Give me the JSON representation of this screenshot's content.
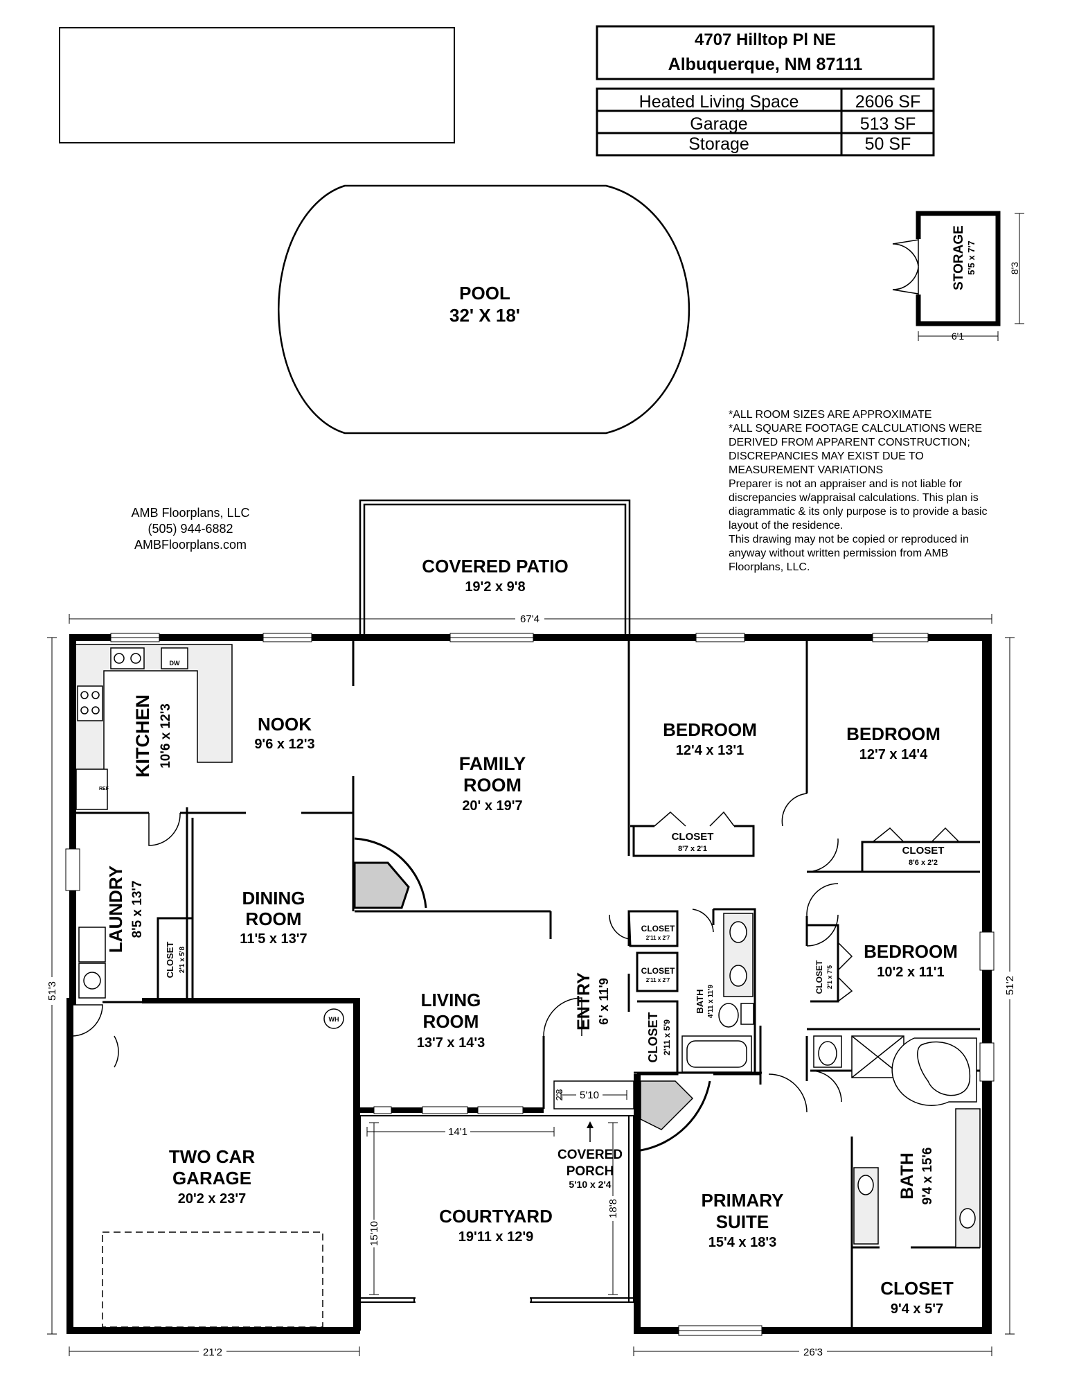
{
  "address": {
    "line1": "4707 Hilltop Pl NE",
    "line2": "Albuquerque, NM 87111"
  },
  "area_table": [
    {
      "label": "Heated Living Space",
      "value": "2606 SF"
    },
    {
      "label": "Garage",
      "value": "513 SF"
    },
    {
      "label": "Storage",
      "value": "50 SF"
    }
  ],
  "company": {
    "name": "AMB Floorplans, LLC",
    "phone": "(505) 944-6882",
    "web": "AMBFloorplans.com"
  },
  "notes": [
    "*ALL ROOM SIZES ARE APPROXIMATE",
    "*ALL SQUARE FOOTAGE CALCULATIONS WERE",
    "DERIVED FROM APPARENT CONSTRUCTION;",
    "DISCREPANCIES MAY EXIST DUE TO",
    "MEASUREMENT VARIATIONS",
    "Preparer is not an appraiser and is not liable for",
    "discrepancies w/appraisal calculations.  This plan is",
    "diagrammatic & its only purpose is to provide a basic",
    "layout of the residence.",
    "This drawing may not be copied or reproduced in",
    "anyway without written permission from AMB",
    "Floorplans, LLC."
  ],
  "rooms": {
    "pool": {
      "name": "POOL",
      "size": "32' X 18'"
    },
    "storage": {
      "name": "STORAGE",
      "size": "5'5 x 7'7"
    },
    "covered_patio": {
      "name": "COVERED PATIO",
      "size": "19'2 x 9'8"
    },
    "kitchen": {
      "name": "KITCHEN",
      "size": "10'6 x 12'3"
    },
    "nook": {
      "name": "NOOK",
      "size": "9'6 x 12'3"
    },
    "family_room": {
      "name1": "FAMILY",
      "name2": "ROOM",
      "size": "20' x 19'7"
    },
    "bedroom1": {
      "name": "BEDROOM",
      "size": "12'4 x 13'1"
    },
    "bedroom2": {
      "name": "BEDROOM",
      "size": "12'7 x 14'4"
    },
    "bedroom3": {
      "name": "BEDROOM",
      "size": "10'2 x 11'1"
    },
    "closet1": {
      "name": "CLOSET",
      "size": "8'7 x 2'1"
    },
    "closet2": {
      "name": "CLOSET",
      "size": "8'6 x 2'2"
    },
    "laundry": {
      "name": "LAUNDRY",
      "size": "8'5 x 13'7"
    },
    "laundry_closet": {
      "name": "CLOSET",
      "size": "2'1 x 5'8"
    },
    "dining_room": {
      "name1": "DINING",
      "name2": "ROOM",
      "size": "11'5 x 13'7"
    },
    "living_room": {
      "name1": "LIVING",
      "name2": "ROOM",
      "size": "13'7 x 14'3"
    },
    "entry": {
      "name": "ENTRY",
      "size": "6' x 11'9"
    },
    "closet_a": {
      "name": "CLOSET",
      "size": "2'11 x 2'7"
    },
    "closet_b": {
      "name": "CLOSET",
      "size": "2'11 x 2'7"
    },
    "closet_c": {
      "name": "CLOSET",
      "size": "2'11 x 5'9"
    },
    "hall_bath": {
      "name": "BATH",
      "size": "4'11 x 11'9"
    },
    "bed3_closet": {
      "name": "CLOSET",
      "size": "2'1 x 7'5"
    },
    "garage": {
      "name1": "TWO CAR",
      "name2": "GARAGE",
      "size": "20'2 x 23'7"
    },
    "courtyard": {
      "name": "COURTYARD",
      "size": "19'11 x 12'9"
    },
    "covered_porch": {
      "name1": "COVERED",
      "name2": "PORCH",
      "size": "5'10 x 2'4"
    },
    "primary_suite": {
      "name1": "PRIMARY",
      "name2": "SUITE",
      "size": "15'4 x 18'3"
    },
    "primary_bath": {
      "name": "BATH",
      "size": "9'4 x 15'6"
    },
    "primary_closet": {
      "name": "CLOSET",
      "size": "9'4 x 5'7"
    }
  },
  "fixtures": {
    "water_heater": "WH",
    "dishwasher": "DW",
    "refrigerator": "REF"
  },
  "dimensions": {
    "overall_width": "67'4",
    "left_height": "51'3",
    "right_height": "51'2",
    "bottom_left": "21'2",
    "bottom_right": "26'3",
    "storage_width": "6'1",
    "storage_height": "8'3",
    "courtyard_width": "14'1",
    "courtyard_left": "15'10",
    "courtyard_right": "18'8",
    "porch_width": "5'10",
    "porch_depth": "2'8"
  }
}
